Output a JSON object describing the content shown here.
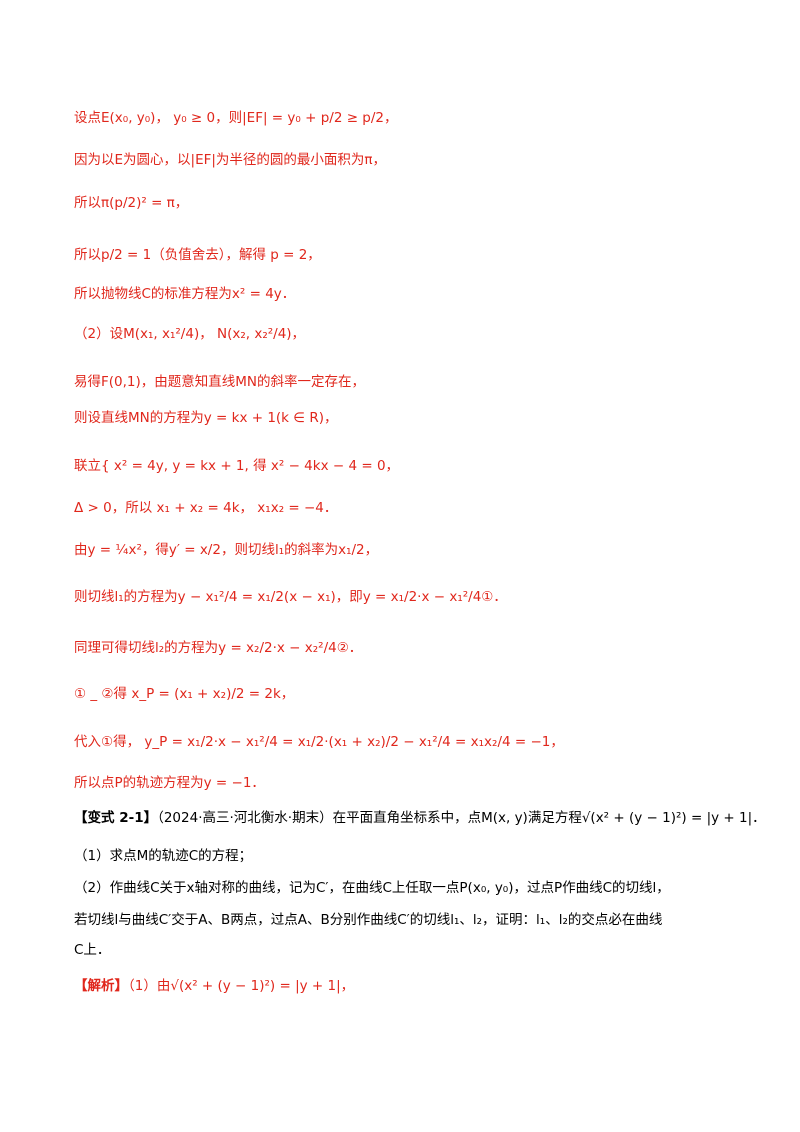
{
  "solution_lines": [
    "设点E(x₀, y₀)， y₀ ≥ 0，则|EF| = y₀ + p/2 ≥ p/2，",
    "因为以E为圆心，以|EF|为半径的圆的最小面积为π，",
    "所以π(p/2)² = π，",
    "所以p/2 = 1（负值舍去），解得 p = 2，",
    "所以抛物线C的标准方程为x² = 4y．",
    "（2）设M(x₁, x₁²/4)， N(x₂, x₂²/4)，",
    "易得F(0,1)，由题意知直线MN的斜率一定存在，",
    "则设直线MN的方程为y = kx + 1(k ∈ R)，",
    "联立{ x² = 4y,  y = kx + 1, 得 x² − 4kx − 4 = 0，",
    "Δ > 0，所以 x₁ + x₂ = 4k， x₁x₂ = −4．",
    "由y = ¼x²，得y′ = x/2，则切线l₁的斜率为x₁/2，",
    "则切线l₁的方程为y − x₁²/4 = x₁/2(x − x₁)，即y = x₁/2·x − x₁²/4①．",
    "同理可得切线l₂的方程为y = x₂/2·x − x₂²/4②．",
    "① _ ②得 x_P = (x₁ + x₂)/2 = 2k，",
    "代入①得， y_P = x₁/2·x − x₁²/4 = x₁/2·(x₁ + x₂)/2 − x₁²/4 = x₁x₂/4 = −1，",
    "所以点P的轨迹方程为y = −1．"
  ],
  "variant": {
    "label": "【变式 2-1】",
    "source": "（2024·高三·河北衡水·期末）",
    "stem": "在平面直角坐标系中，点M(x, y)满足方程√(x² + (y − 1)²) = |y + 1|．",
    "q1": "（1）求点M的轨迹C的方程；",
    "q2_line1": "（2）作曲线C关于x轴对称的曲线，记为C′，在曲线C上任取一点P(x₀, y₀)，过点P作曲线C的切线l，",
    "q2_line2": "若切线l与曲线C′交于A、B两点，过点A、B分别作曲线C′的切线l₁、l₂，证明：l₁、l₂的交点必在曲线",
    "q2_line3": "C上．"
  },
  "analysis": {
    "label": "【解析】",
    "text": "（1）由√(x² + (y − 1)²) = |y + 1|，"
  }
}
